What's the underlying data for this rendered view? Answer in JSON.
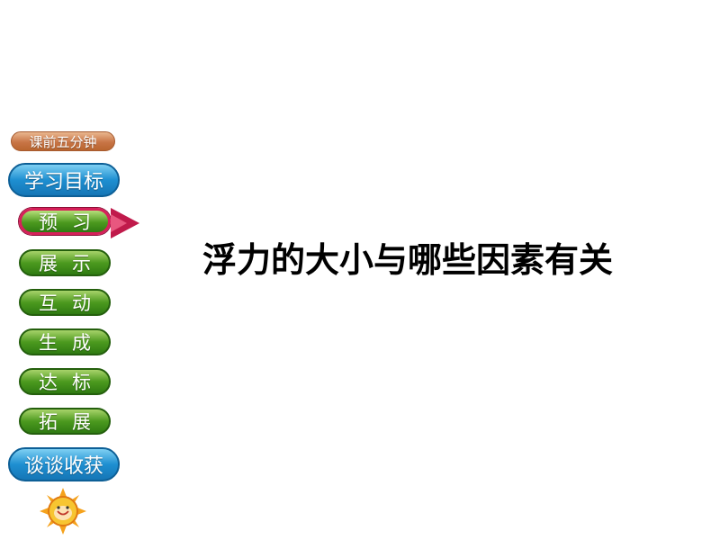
{
  "sidebar": {
    "top_label": "课前五分钟",
    "goals_label": "学习目标",
    "items": [
      {
        "label": "预习",
        "active": true
      },
      {
        "label": "展示"
      },
      {
        "label": "互动"
      },
      {
        "label": "生成"
      },
      {
        "label": "达标"
      },
      {
        "label": "拓展"
      }
    ],
    "summary_label": "谈谈收获"
  },
  "main": {
    "title": "浮力的大小与哪些因素有关"
  },
  "colors": {
    "accent_orange": "#c87546",
    "accent_blue": "#1e8fd1",
    "accent_green": "#4c9a1f",
    "active_border": "#d6205a",
    "arrow": "#c01a4b"
  },
  "icons": {
    "mascot": "sun-icon"
  }
}
